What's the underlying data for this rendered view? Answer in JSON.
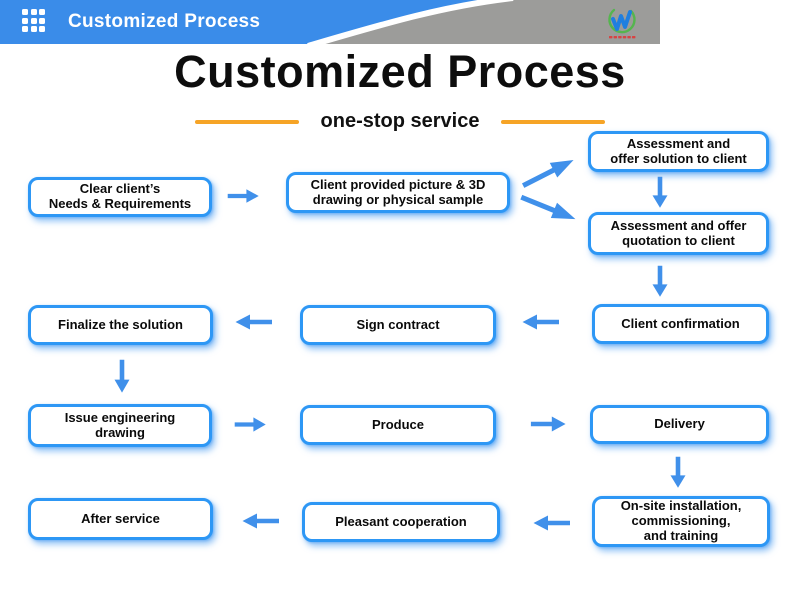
{
  "header": {
    "title": "Customized Process",
    "logo_name": "company-logo"
  },
  "hero": {
    "title": "Customized Process",
    "subtitle": "one-stop service"
  },
  "colors": {
    "header_blue": "#3a8ce9",
    "header_gray": "#9c9c9a",
    "box_border": "#2d97f5",
    "arrow_blue": "#4090ea",
    "accent_orange": "#f6a426",
    "logo_green": "#55b54e",
    "logo_blue": "#1f7fe0",
    "logo_red": "#d84343"
  },
  "flow": {
    "nodes": [
      {
        "id": "clear-needs",
        "label": "Clear client’s\nNeeds & Requirements"
      },
      {
        "id": "client-provided",
        "label": "Client provided picture & 3D\ndrawing or physical sample"
      },
      {
        "id": "assessment-solution",
        "label": "Assessment and\noffer solution to client"
      },
      {
        "id": "assessment-quotation",
        "label": "Assessment and offer\nquotation to client"
      },
      {
        "id": "client-confirmation",
        "label": "Client confirmation"
      },
      {
        "id": "sign-contract",
        "label": "Sign contract"
      },
      {
        "id": "finalize-solution",
        "label": "Finalize the solution"
      },
      {
        "id": "issue-drawing",
        "label": "Issue engineering\ndrawing"
      },
      {
        "id": "produce",
        "label": "Produce"
      },
      {
        "id": "delivery",
        "label": "Delivery"
      },
      {
        "id": "onsite",
        "label": "On-site installation,\ncommissioning,\nand training"
      },
      {
        "id": "pleasant",
        "label": "Pleasant cooperation"
      },
      {
        "id": "after-service",
        "label": "After service"
      }
    ],
    "edges": [
      {
        "from": "clear-needs",
        "to": "client-provided",
        "direction": "right"
      },
      {
        "from": "client-provided",
        "to": "assessment-solution",
        "direction": "up-right"
      },
      {
        "from": "client-provided",
        "to": "assessment-quotation",
        "direction": "down-right"
      },
      {
        "from": "assessment-solution",
        "to": "assessment-quotation",
        "direction": "down"
      },
      {
        "from": "assessment-quotation",
        "to": "client-confirmation",
        "direction": "down"
      },
      {
        "from": "client-confirmation",
        "to": "sign-contract",
        "direction": "left"
      },
      {
        "from": "sign-contract",
        "to": "finalize-solution",
        "direction": "left"
      },
      {
        "from": "finalize-solution",
        "to": "issue-drawing",
        "direction": "down"
      },
      {
        "from": "issue-drawing",
        "to": "produce",
        "direction": "right"
      },
      {
        "from": "produce",
        "to": "delivery",
        "direction": "right"
      },
      {
        "from": "delivery",
        "to": "onsite",
        "direction": "down"
      },
      {
        "from": "onsite",
        "to": "pleasant",
        "direction": "left"
      },
      {
        "from": "pleasant",
        "to": "after-service",
        "direction": "left"
      }
    ]
  }
}
